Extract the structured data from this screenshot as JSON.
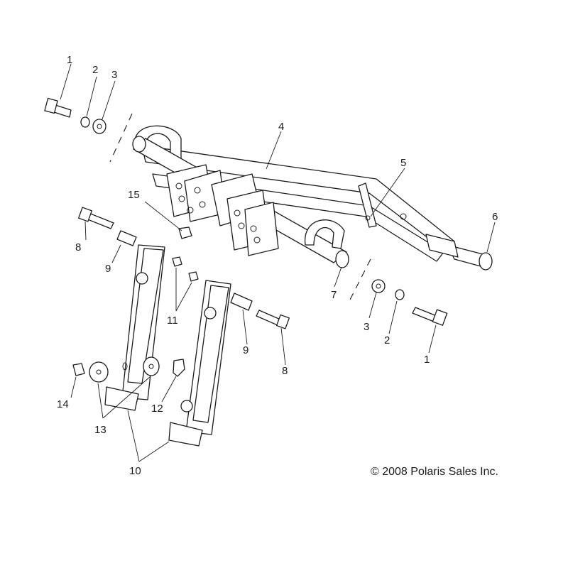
{
  "callouts": {
    "c1a": "1",
    "c2a": "2",
    "c3a": "3",
    "c4": "4",
    "c5": "5",
    "c6": "6",
    "c7": "7",
    "c3b": "3",
    "c2b": "2",
    "c1b": "1",
    "c15": "15",
    "c8a": "8",
    "c9a": "9",
    "c11": "11",
    "c9b": "9",
    "c8b": "8",
    "c14": "14",
    "c13": "13",
    "c12": "12",
    "c10": "10"
  },
  "copyright": "© 2008 Polaris Sales Inc."
}
